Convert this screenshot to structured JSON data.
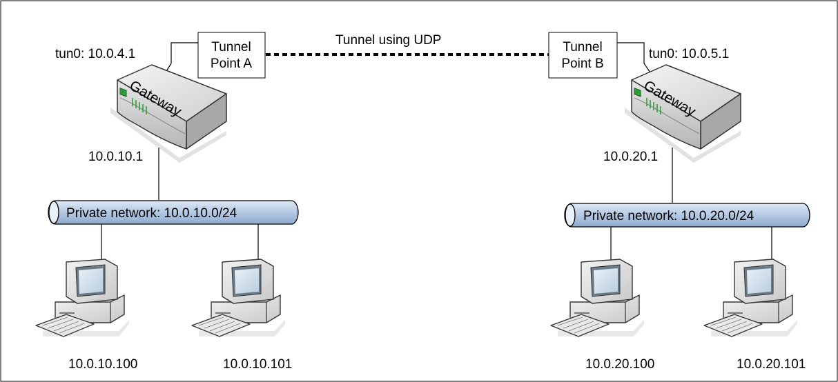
{
  "tunnel": {
    "label": "Tunnel using UDP",
    "point_a": {
      "line1": "Tunnel",
      "line2": "Point A"
    },
    "point_b": {
      "line1": "Tunnel",
      "line2": "Point B"
    }
  },
  "site_a": {
    "tun_label": "tun0: 10.0.4.1",
    "gateway_label": "Gateway",
    "gateway_ip": "10.0.10.1",
    "network_label": "Private network: 10.0.10.0/24",
    "hosts": [
      "10.0.10.100",
      "10.0.10.101"
    ]
  },
  "site_b": {
    "tun_label": "tun0: 10.0.5.1",
    "gateway_label": "Gateway",
    "gateway_ip": "10.0.20.1",
    "network_label": "Private network: 10.0.20.0/24",
    "hosts": [
      "10.0.20.100",
      "10.0.20.101"
    ]
  },
  "colors": {
    "network_pipe": "#b8cce4",
    "gateway_body": "#d9d9d9",
    "led_green": "#2e9e3a"
  },
  "icons": [
    "gateway-router-icon",
    "desktop-computer-icon"
  ]
}
